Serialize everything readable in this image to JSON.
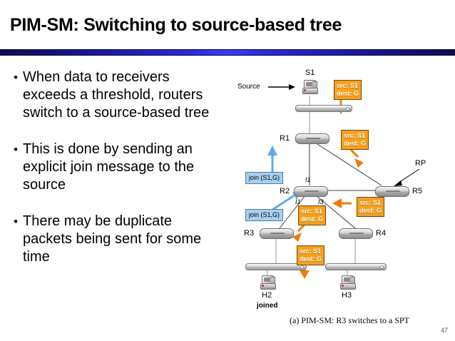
{
  "slide": {
    "title": "PIM-SM: Switching to source-based tree",
    "page_number": "47",
    "caption": "(a) PIM-SM: R3 switches to a SPT",
    "accent_rule_color": "#2a2ae0"
  },
  "bullets": [
    {
      "marker": "•",
      "text": "When data to receivers exceeds a threshold, routers switch to a source-based tree"
    },
    {
      "marker": "•",
      "text": "This is done by sending an explicit join message to the source"
    },
    {
      "marker": "•",
      "text": "There may be duplicate packets being sent for some time"
    }
  ],
  "diagram": {
    "colors": {
      "packet_box": "#F7A01C",
      "join_box": "#A9CFEF",
      "arrow_orange": "#F07B0A",
      "arrow_blue": "#5CA9E8",
      "link": "#3c3c3c"
    },
    "nodes": [
      {
        "id": "s1",
        "label": "S1",
        "type": "host"
      },
      {
        "id": "r1",
        "label": "R1",
        "type": "router"
      },
      {
        "id": "r2",
        "label": "R2",
        "type": "router"
      },
      {
        "id": "r3",
        "label": "R3",
        "type": "router"
      },
      {
        "id": "r4",
        "label": "R4",
        "type": "router"
      },
      {
        "id": "r5",
        "label": "R5",
        "type": "router"
      },
      {
        "id": "h2",
        "label": "H2",
        "type": "host"
      },
      {
        "id": "h3",
        "label": "H3",
        "type": "host"
      }
    ],
    "annotations": {
      "source_label": "Source",
      "rp_label": "RP",
      "joined_label": "joined"
    },
    "interfaces": [
      {
        "id": "r2-up",
        "label": "I1"
      },
      {
        "id": "r2-left",
        "label": "I1"
      },
      {
        "id": "r2-right",
        "label": "I3"
      }
    ],
    "packet_boxes": [
      {
        "id": "pkt-s1",
        "line1": "src: S1",
        "line2": "dest: G"
      },
      {
        "id": "pkt-r1",
        "line1": "src: S1",
        "line2": "dest: G"
      },
      {
        "id": "pkt-r5",
        "line1": "src: S1",
        "line2": "dest: G"
      },
      {
        "id": "pkt-r2",
        "line1": "src: S1",
        "line2": "dest: G"
      },
      {
        "id": "pkt-r3",
        "line1": "src: S1",
        "line2": "dest: G"
      }
    ],
    "join_boxes": [
      {
        "id": "join-r1",
        "label": "join (S1,G)"
      },
      {
        "id": "join-r2",
        "label": "join (S1,G)"
      }
    ]
  }
}
